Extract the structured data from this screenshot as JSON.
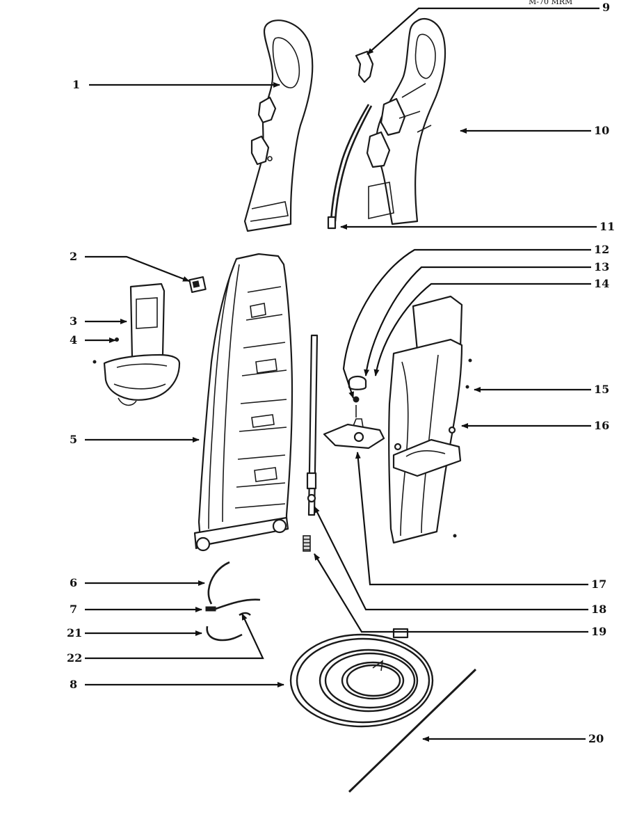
{
  "header_fragment": "M-70 MRM",
  "callouts": [
    "1",
    "2",
    "3",
    "4",
    "5",
    "6",
    "7",
    "8",
    "9",
    "10",
    "11",
    "12",
    "13",
    "14",
    "15",
    "16",
    "17",
    "18",
    "19",
    "20",
    "21",
    "22"
  ]
}
